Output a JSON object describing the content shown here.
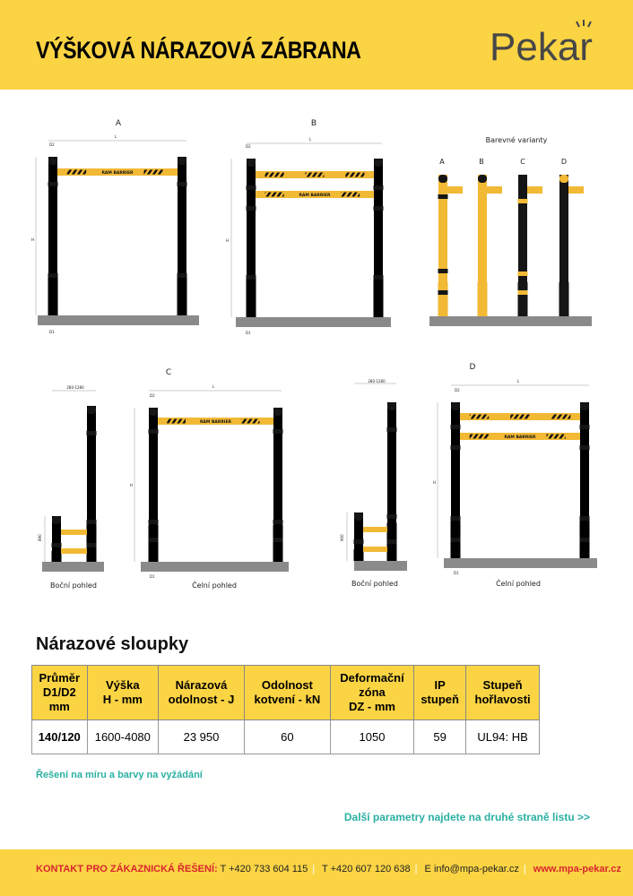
{
  "header": {
    "title": "VÝŠKOVÁ NÁRAZOVÁ ZÁBRANA",
    "logo": "Pekar"
  },
  "diagrams": {
    "variant_a": "A",
    "variant_b": "B",
    "variant_c": "C",
    "variant_d": "D",
    "dim_l": "L",
    "dim_h": "H",
    "dim_d1": "D1",
    "dim_d2": "D2",
    "beam_text": "RAM BARRIER",
    "color_variants_title": "Barevné varianty",
    "color_variants": [
      "A",
      "B",
      "C",
      "D"
    ],
    "side_view": "Boční pohled",
    "front_view": "Čelní pohled",
    "side_depth": "280-1280",
    "side_height_c": "890",
    "side_height_d": "900"
  },
  "section": {
    "title": "Nárazové sloupky"
  },
  "table": {
    "headers": [
      [
        "Průměr",
        "D1/D2",
        "mm"
      ],
      [
        "Výška",
        "H - mm"
      ],
      [
        "Nárazová",
        "odolnost - J"
      ],
      [
        "Odolnost",
        "kotvení - kN"
      ],
      [
        "Deformační",
        "zóna",
        "DZ - mm"
      ],
      [
        "IP",
        "stupeň"
      ],
      [
        "Stupeň",
        "hořlavosti"
      ]
    ],
    "rows": [
      [
        "140/120",
        "1600-4080",
        "23 950",
        "60",
        "1050",
        "59",
        "UL94: HB"
      ]
    ]
  },
  "note": "Řešení na míru a barvy na vyžádání",
  "more_link": "Další parametry najdete na druhé straně listu >>",
  "footer": {
    "label": "KONTAKT PRO ZÁKAZNICKÁ ŘEŠENÍ:",
    "phone1": "T +420 733 604 115",
    "phone2": "T +420 607 120 638",
    "email": "E info@mpa-pekar.cz",
    "web": "www.mpa-pekar.cz"
  },
  "colors": {
    "yellow": "#FBD444",
    "post_yellow": "#F2B935",
    "teal": "#2AB0A2",
    "red": "#D8262E"
  }
}
